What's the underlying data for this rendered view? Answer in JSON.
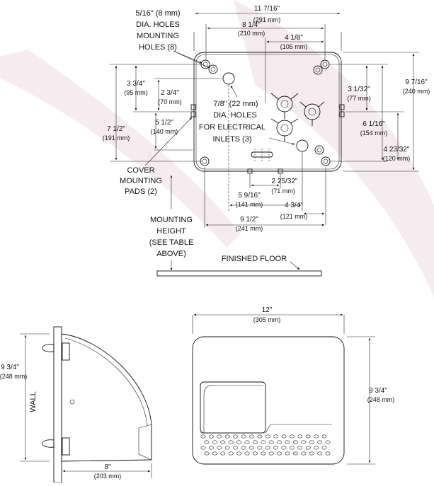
{
  "colors": {
    "ink": "#111111",
    "watermark": "#8b2a4e",
    "panel_fill": "#f4f4f4"
  },
  "labels": {
    "mount_holes": [
      "5/16\" (8 mm)",
      "DIA. HOLES",
      "MOUNTING",
      "HOLES (8)"
    ],
    "elec_holes": [
      "7/8\" (22 mm)",
      "DIA. HOLES",
      "FOR ELECTRICAL",
      "INLETS (3)"
    ],
    "cover_pads": [
      "COVER",
      "MOUNTING",
      "PADS (2)"
    ],
    "mount_height": [
      "MOUNTING",
      "HEIGHT",
      "(SEE TABLE",
      "ABOVE)"
    ],
    "finished_floor": "FINISHED FLOOR",
    "wall": "WALL"
  },
  "dims": {
    "w_total": {
      "in": "11 7/16\"",
      "mm": "(291 mm)"
    },
    "w_8_1_4": {
      "in": "8 1/4\"",
      "mm": "(210 mm)"
    },
    "w_4_1_8": {
      "in": "4 1/8\"",
      "mm": "(105 mm)"
    },
    "h_3_3_4": {
      "in": "3 3/4\"",
      "mm": "(95 mm)"
    },
    "h_2_3_4": {
      "in": "2 3/4\"",
      "mm": "(70 mm)"
    },
    "h_5_1_2": {
      "in": "5 1/2\"",
      "mm": "(140 mm)"
    },
    "h_7_1_2": {
      "in": "7 1/2\"",
      "mm": "(191 mm)"
    },
    "h_3_1_32": {
      "in": "3 1/32\"",
      "mm": "(77 mm)"
    },
    "h_6_1_16": {
      "in": "6 1/16\"",
      "mm": "(154 mm)"
    },
    "h_4_23_32": {
      "in": "4 23/32\"",
      "mm": "(120 mm)"
    },
    "h_9_7_16": {
      "in": "9 7/16\"",
      "mm": "(240 mm)"
    },
    "b_5_9_16": {
      "in": "5 9/16\"",
      "mm": "(141 mm)"
    },
    "b_2_25_32": {
      "in": "2 25/32\"",
      "mm": "(71 mm)"
    },
    "b_4_3_4": {
      "in": "4 3/4\"",
      "mm": "(121 mm)"
    },
    "b_9_1_2": {
      "in": "9 1/2\"",
      "mm": "(241 mm)"
    },
    "side_h": {
      "in": "9 3/4\"",
      "mm": "(248 mm)"
    },
    "side_depth": {
      "in": "8\"",
      "mm": "(203 mm)"
    },
    "front_w": {
      "in": "12\"",
      "mm": "(305 mm)"
    },
    "front_h": {
      "in": "9 3/4\"",
      "mm": "(248 mm)"
    }
  }
}
